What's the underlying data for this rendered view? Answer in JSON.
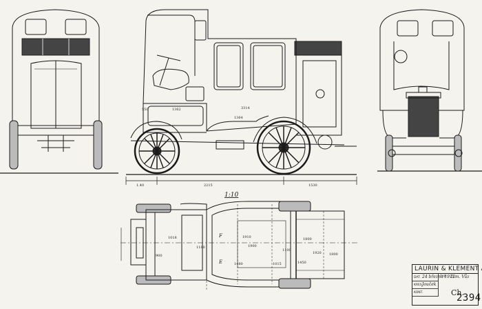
{
  "drawing": {
    "scale": "1:10",
    "dimensions": {
      "overall_segments": [
        "1.40",
        "2215",
        "1530"
      ],
      "side_view": [
        "1362",
        "3314",
        "1364",
        "550"
      ],
      "plan_view": [
        "1018",
        "900",
        "1910",
        "1800",
        "1900",
        "1480",
        "1180",
        "1015",
        "1450",
        "1920",
        "1100",
        "1800"
      ]
    },
    "view_labels": [
      "F",
      "E"
    ]
  },
  "title_block": {
    "maker": "LAURIN & KLEMENT A. S.",
    "row_labels": [
      "DAT.",
      "KRES.",
      "KONT."
    ],
    "date_value": "24 března 1911",
    "typ_label": "TYP:",
    "typ_value": "Lim. Vůz",
    "drawn_by": "Jouček",
    "ch_label": "Ch.",
    "number": "2394"
  }
}
